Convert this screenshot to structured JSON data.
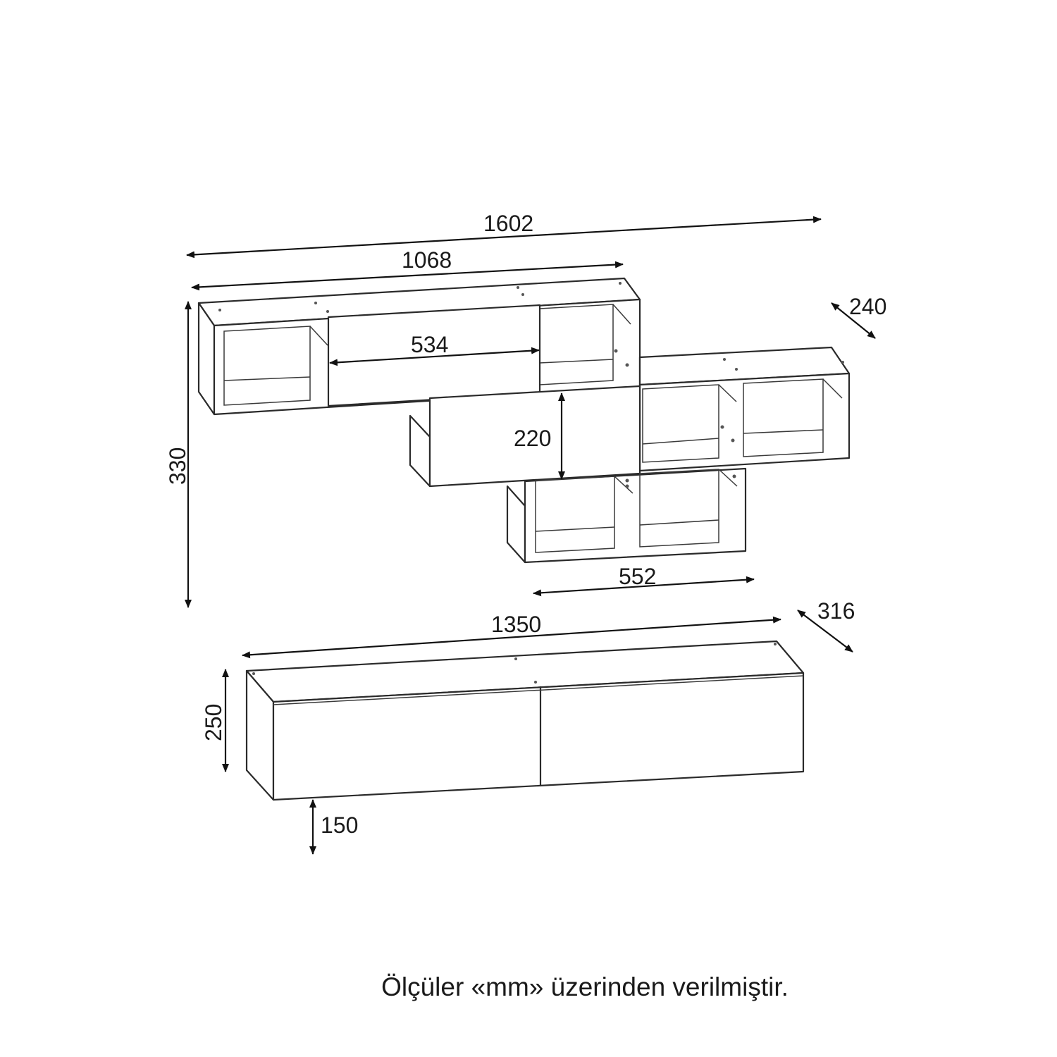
{
  "dimensions": {
    "total_width": "1602",
    "top_shelf_width": "1068",
    "top_flap_width": "534",
    "shelf_depth": "240",
    "total_height": "330",
    "middle_flap_height": "220",
    "bottom_shelf_width": "552",
    "tv_unit_width": "1350",
    "tv_unit_depth": "316",
    "tv_unit_height": "250",
    "tv_unit_leg_gap": "150"
  },
  "caption": "Ölçüler «mm» üzerinden verilmiştir."
}
